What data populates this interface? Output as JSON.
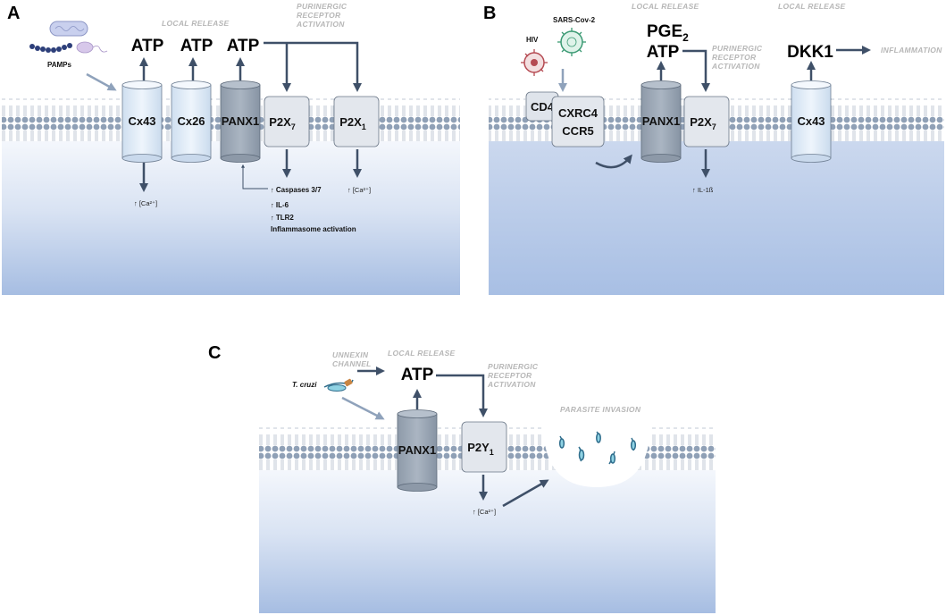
{
  "panel_a": {
    "label": "A",
    "local_release": "LOCAL RELEASE",
    "purinergic_1": "PURINERGIC",
    "purinergic_2": "RECEPTOR",
    "purinergic_3": "ACTIVATION",
    "atp_1": "ATP",
    "atp_2": "ATP",
    "atp_3": "ATP",
    "pamps": "PAMPs",
    "channels": {
      "cx43": "Cx43",
      "cx26": "Cx26",
      "panx1": "PANX1"
    },
    "receptors": {
      "p2x7_base": "P2X",
      "p2x7_sub": "7",
      "p2x1_base": "P2X",
      "p2x1_sub": "1"
    },
    "ca_cx43": "[Ca²⁺]",
    "ca_p2x1": "[Ca²⁺]",
    "effects": [
      "Caspases 3/7",
      "IL-6",
      "TLR2"
    ],
    "inflammasome": "Inflammasome activation"
  },
  "panel_b": {
    "label": "B",
    "sars": "SARS-Cov-2",
    "hiv": "HIV",
    "local_release_1": "LOCAL RELEASE",
    "local_release_2": "LOCAL RELEASE",
    "pge_base": "PGE",
    "pge_sub": "2",
    "atp": "ATP",
    "dkk1": "DKK1",
    "inflammation": "INFLAMMATION",
    "purinergic_1": "PURINERGIC",
    "purinergic_2": "RECEPTOR",
    "purinergic_3": "ACTIVATION",
    "cd4": "CD4",
    "cxrc4": "CXRC4",
    "ccr5": "CCR5",
    "panx1": "PANX1",
    "p2x7_base": "P2X",
    "p2x7_sub": "7",
    "cx43": "Cx43",
    "il1b": "IL-1ß"
  },
  "panel_c": {
    "label": "C",
    "unnexin_1": "UNNEXIN",
    "unnexin_2": "CHANNEL",
    "local_release": "LOCAL RELEASE",
    "atp": "ATP",
    "purinergic_1": "PURINERGIC",
    "purinergic_2": "RECEPTOR",
    "purinergic_3": "ACTIVATION",
    "t_cruzi": "T. cruzi",
    "panx1": "PANX1",
    "p2y1_base": "P2Y",
    "p2y1_sub": "1",
    "parasite_invasion": "PARASITE INVASION",
    "ca": "[Ca²⁺]"
  },
  "colors": {
    "arrow": "#3f5068",
    "light_arrow": "#8fa2bb",
    "channel_light": "#dde9f5",
    "channel_dark": "#9aa6b5",
    "receptor": "#e3e7ed",
    "membrane_head": "#8ea1b7",
    "cytoplasm_top": "#f3f6fb",
    "cytoplasm_bottom": "#9fb6dc"
  }
}
